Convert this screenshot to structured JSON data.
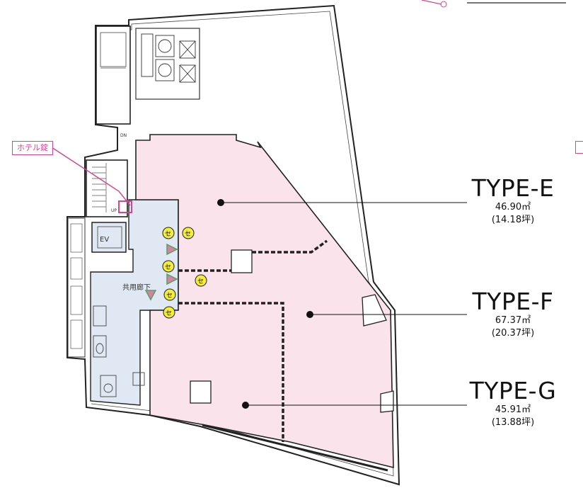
{
  "plan": {
    "colors": {
      "tenant_fill": "#fbe3ec",
      "common_fill": "#dfe8f3",
      "wall": "#222222",
      "leader": "#111111",
      "callout": "#d0478f",
      "meter_fill": "#f4ee3a",
      "arrow_fill": "#d980a8",
      "arrow_stroke": "#5aa05a"
    },
    "callout_label": "ホテル錠",
    "ev_label": "EV",
    "corridor_label": "共用廊下",
    "dn_label": "DN",
    "up_label": "UP",
    "meter_symbol": "セ",
    "units": [
      {
        "type": "TYPE-E",
        "area": "46.90㎡",
        "tsubo": "(14.18坪)"
      },
      {
        "type": "TYPE-F",
        "area": "67.37㎡",
        "tsubo": "(20.37坪)"
      },
      {
        "type": "TYPE-G",
        "area": "45.91㎡",
        "tsubo": "(13.88坪)"
      }
    ]
  }
}
